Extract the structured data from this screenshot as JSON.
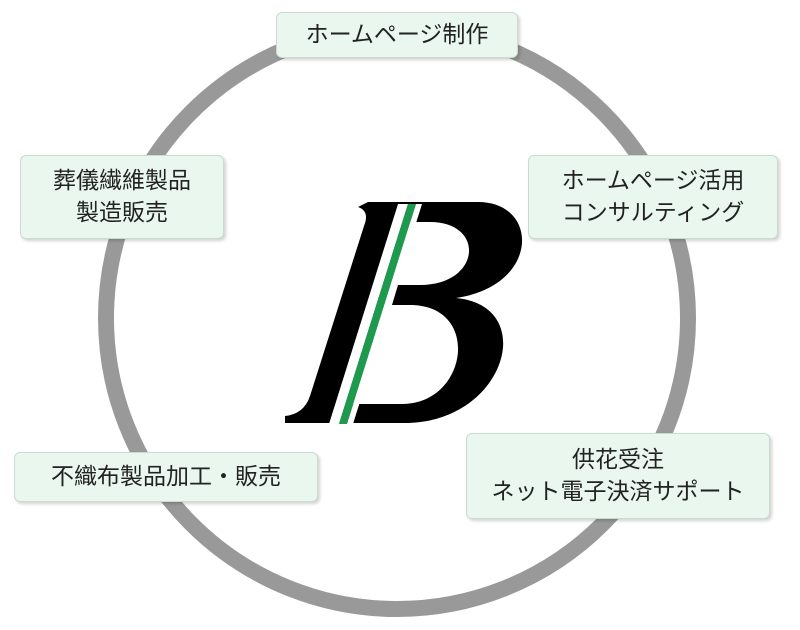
{
  "diagram": {
    "services": [
      {
        "lines": [
          "ホームページ制作"
        ]
      },
      {
        "lines": [
          "ホームページ活用",
          "コンサルティング"
        ]
      },
      {
        "lines": [
          "葬儀繊維製品",
          "製造販売"
        ]
      },
      {
        "lines": [
          "不織布製品加工・販売"
        ]
      },
      {
        "lines": [
          "供花受注",
          "ネット電子決済サポート"
        ]
      }
    ],
    "colors": {
      "ring": "#999999",
      "box_fill": "#e9f7ee",
      "logo": "#000000",
      "logo_stripe": "#1e9a4e"
    }
  }
}
